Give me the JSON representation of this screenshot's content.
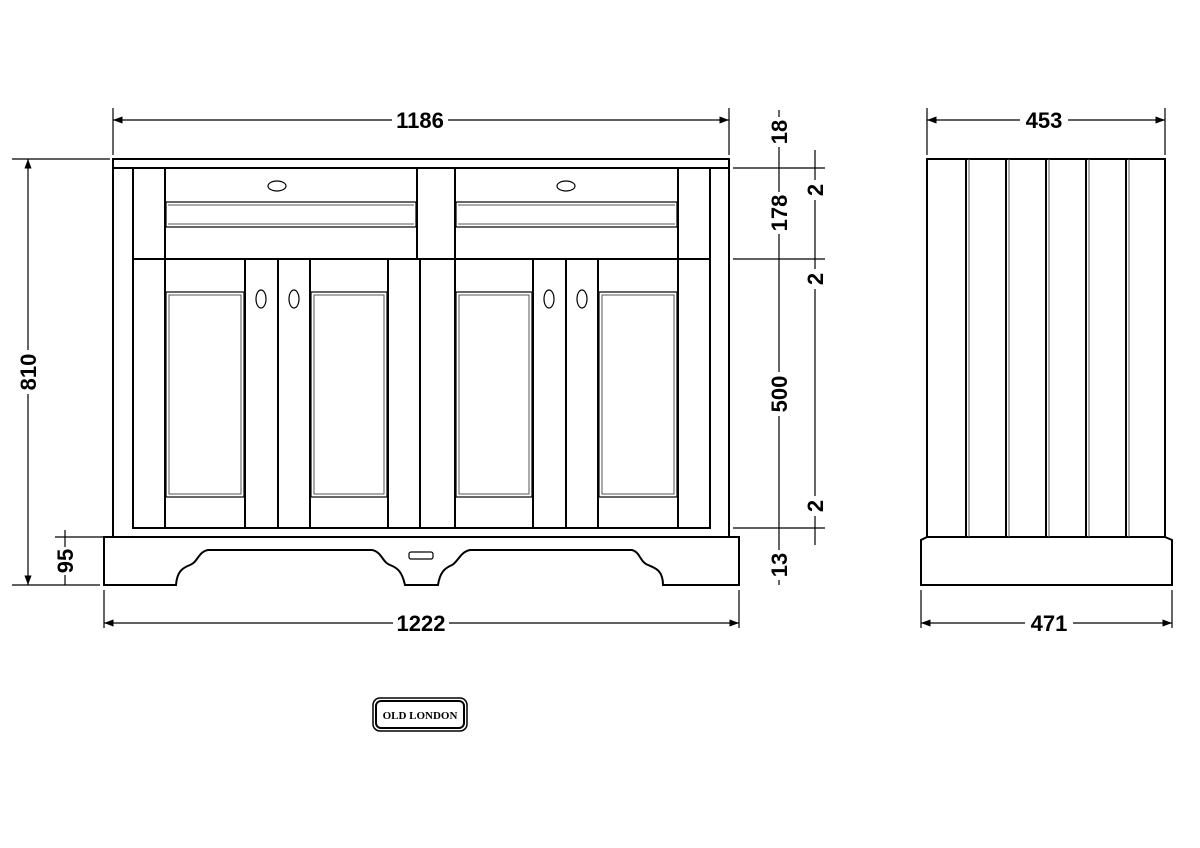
{
  "front_view": {
    "overall_width": "1186",
    "plinth_width": "1222",
    "overall_height": "810",
    "plinth_height": "95",
    "vertical_stack": {
      "top": "18",
      "gap_top": "2",
      "drawer": "178",
      "gap_mid": "2",
      "door": "500",
      "gap_bottom": "2",
      "plinth_gap": "13"
    }
  },
  "side_view": {
    "depth": "453",
    "plinth_depth": "471"
  },
  "logo": "OLD LONDON"
}
